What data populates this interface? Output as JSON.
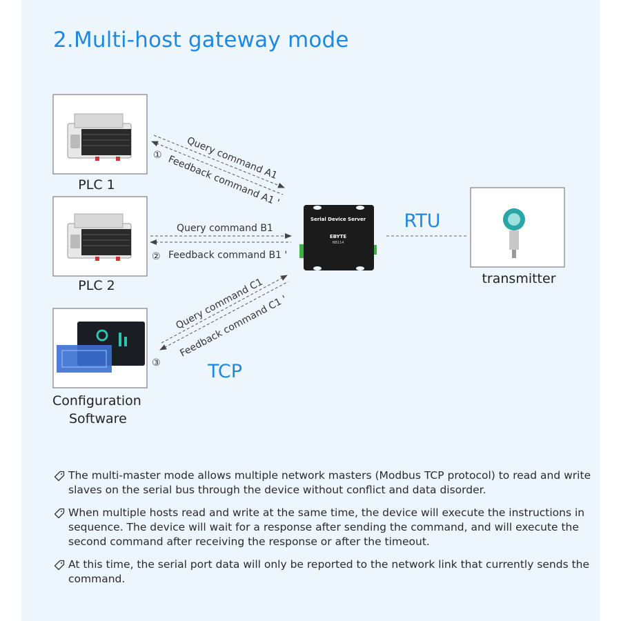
{
  "title": "2.Multi-host gateway mode",
  "nodes": {
    "plc1": "PLC 1",
    "plc2": "PLC 2",
    "software_line1": "Configuration",
    "software_line2": "Software",
    "transmitter": "transmitter",
    "device_title": "Serial Device Server",
    "device_brand": "EBYTE",
    "device_model": "NB114"
  },
  "links": {
    "rtu": "RTU",
    "tcp": "TCP",
    "a_num": "①",
    "a_query": "Query command A1",
    "a_feedback": "Feedback command A1 '",
    "b_num": "②",
    "b_query": "Query command B1",
    "b_feedback": "Feedback command B1 '",
    "c_num": "③",
    "c_query": "Query command C1",
    "c_feedback": "Feedback command C1 '"
  },
  "bullets": [
    "The multi-master mode allows multiple network masters (Modbus TCP protocol) to read and write slaves on the serial bus through the device without conflict and data disorder.",
    "When multiple hosts read and write at the same time, the device will execute the instructions in sequence. The device will wait for a response after sending the command, and will execute the second command after receiving the response or after the timeout.",
    "At this time, the serial port data will only be reported to the network link that currently sends the command."
  ],
  "colors": {
    "accent": "#1f88e0",
    "background": "#eef6fd"
  }
}
